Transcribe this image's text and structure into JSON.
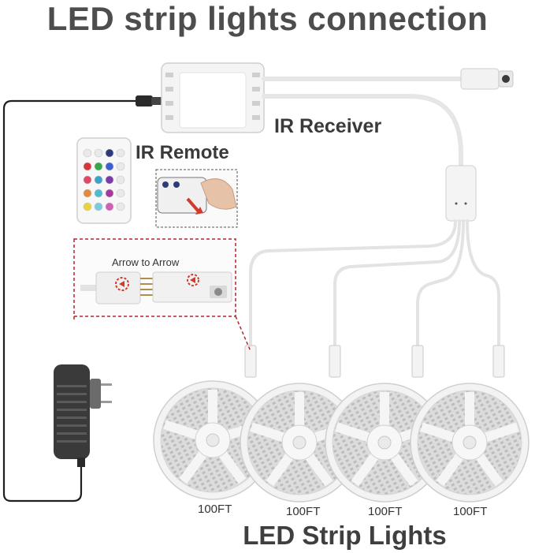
{
  "title": "LED strip lights connection",
  "receiver_label": "IR Receiver",
  "remote_label": "IR Remote",
  "connector_label": "Arrow to  Arrow",
  "strips_label": "LED Strip Lights",
  "strip_lengths": [
    "100FT",
    "100FT",
    "100FT",
    "100FT"
  ],
  "colors": {
    "title": "#4d4d4d",
    "cable_white": "#e9e9e9",
    "cable_black": "#1f1f1f",
    "dashed_callout": "#b3262d",
    "adapter": "#3a3a3a"
  },
  "remote_button_colors": [
    "#e9e9e9",
    "#e9e9e9",
    "#2d3b7a",
    "#e9e9e9",
    "#d8343c",
    "#36a84a",
    "#3a5fcf",
    "#e9e9e9",
    "#e04868",
    "#3aa3c6",
    "#7a3aa8",
    "#e9e9e9",
    "#e28b3a",
    "#4fbad0",
    "#a63a9c",
    "#e9e9e9",
    "#e9d23a",
    "#7bcbe0",
    "#d060b4",
    "#e9e9e9"
  ]
}
